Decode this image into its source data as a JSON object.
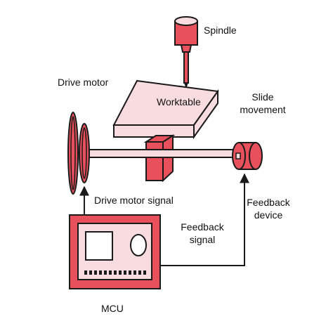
{
  "labels": {
    "spindle": "Spindle",
    "drive_motor": "Drive motor",
    "worktable": "Worktable",
    "slide_movement_line1": "Slide",
    "slide_movement_line2": "movement",
    "drive_motor_signal": "Drive motor signal",
    "feedback_signal_line1": "Feedback",
    "feedback_signal_line2": "signal",
    "feedback_device_line1": "Feedback",
    "feedback_device_line2": "device",
    "mcu": "MCU"
  },
  "colors": {
    "primary_red": "#e8505b",
    "light_pink": "#f9dcdf",
    "outline": "#1a1a1a",
    "background": "#ffffff"
  }
}
